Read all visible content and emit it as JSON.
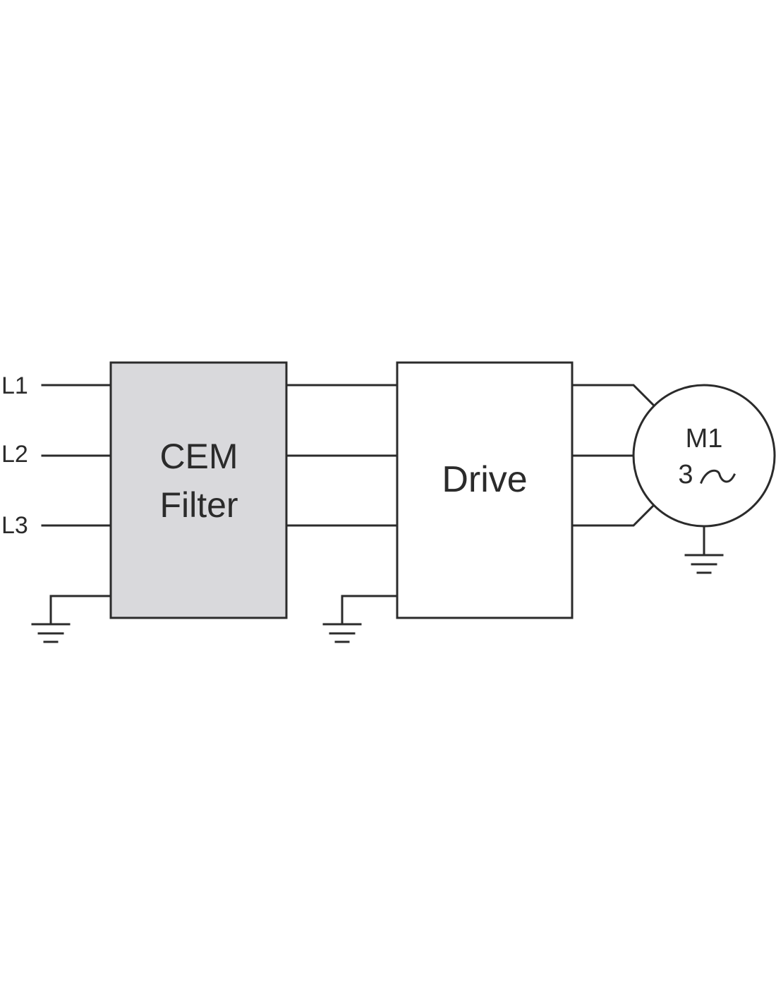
{
  "lines": [
    "L1",
    "L2",
    "L3"
  ],
  "filter": {
    "line1": "CEM",
    "line2": "Filter",
    "fill": "#d9d9dc"
  },
  "drive": {
    "label": "Drive",
    "fill": "#ffffff"
  },
  "motor": {
    "label": "M1",
    "phase": "3"
  },
  "colors": {
    "stroke": "#2b2b2b",
    "background": "#ffffff"
  }
}
